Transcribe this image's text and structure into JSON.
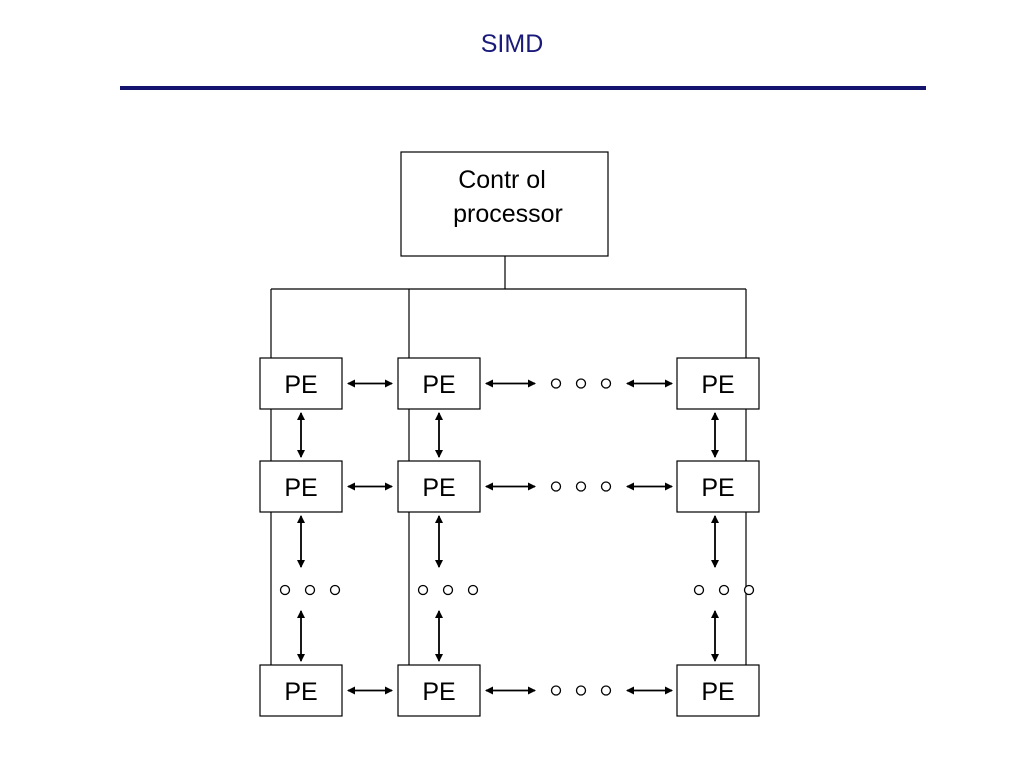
{
  "title": "SIMD",
  "control_processor": {
    "line1": "Contr ol",
    "line2": "processor"
  },
  "pe_label": "PE",
  "grid": {
    "rows": 3,
    "cols": 3,
    "row_ellipsis_between_cols": [
      2,
      3
    ],
    "col_ellipsis_between_rows": [
      2,
      3
    ]
  },
  "ellipsis_glyph": "o o o",
  "colors": {
    "title": "#1a1a7a",
    "rule": "#14146e",
    "stroke": "#000000"
  }
}
